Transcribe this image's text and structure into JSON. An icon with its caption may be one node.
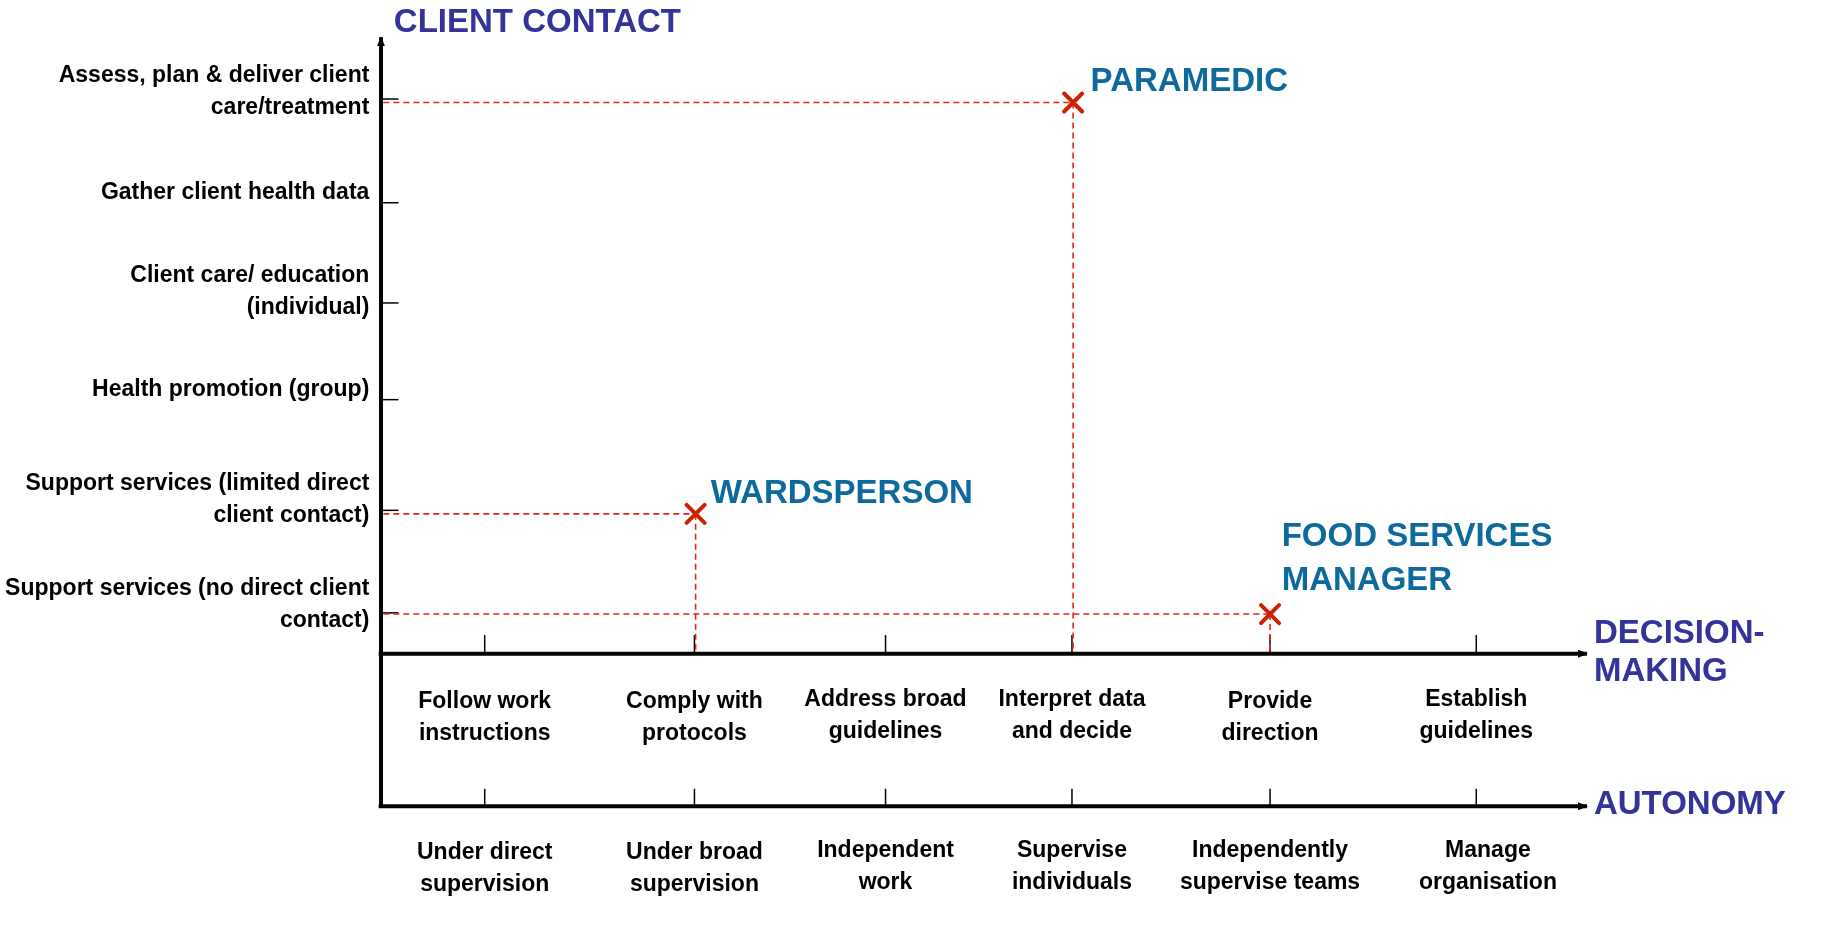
{
  "diagram": {
    "labels": [
      "CLIENT CONTACT",
      "Assess, plan & deliver client care/treatment",
      "Gather client health data",
      "Client care/ education (individual)",
      "Health promotion (group)",
      "Support services (limited direct client contact)",
      "Support services (no direct client contact)",
      "PARAMEDIC",
      "WARDSPERSON",
      "FOOD SERVICES MANAGER",
      "DECISION-MAKING",
      "Follow work instructions",
      "Comply with protocols",
      "Address broad guidelines",
      "Interpret data and decide",
      "Provide direction",
      "Establish guidelines",
      "AUTONOMY",
      "Under direct supervision",
      "Under broad supervision",
      "Independent work",
      "Supervise individuals",
      "Independently supervise teams",
      "Manage organisation"
    ]
  }
}
